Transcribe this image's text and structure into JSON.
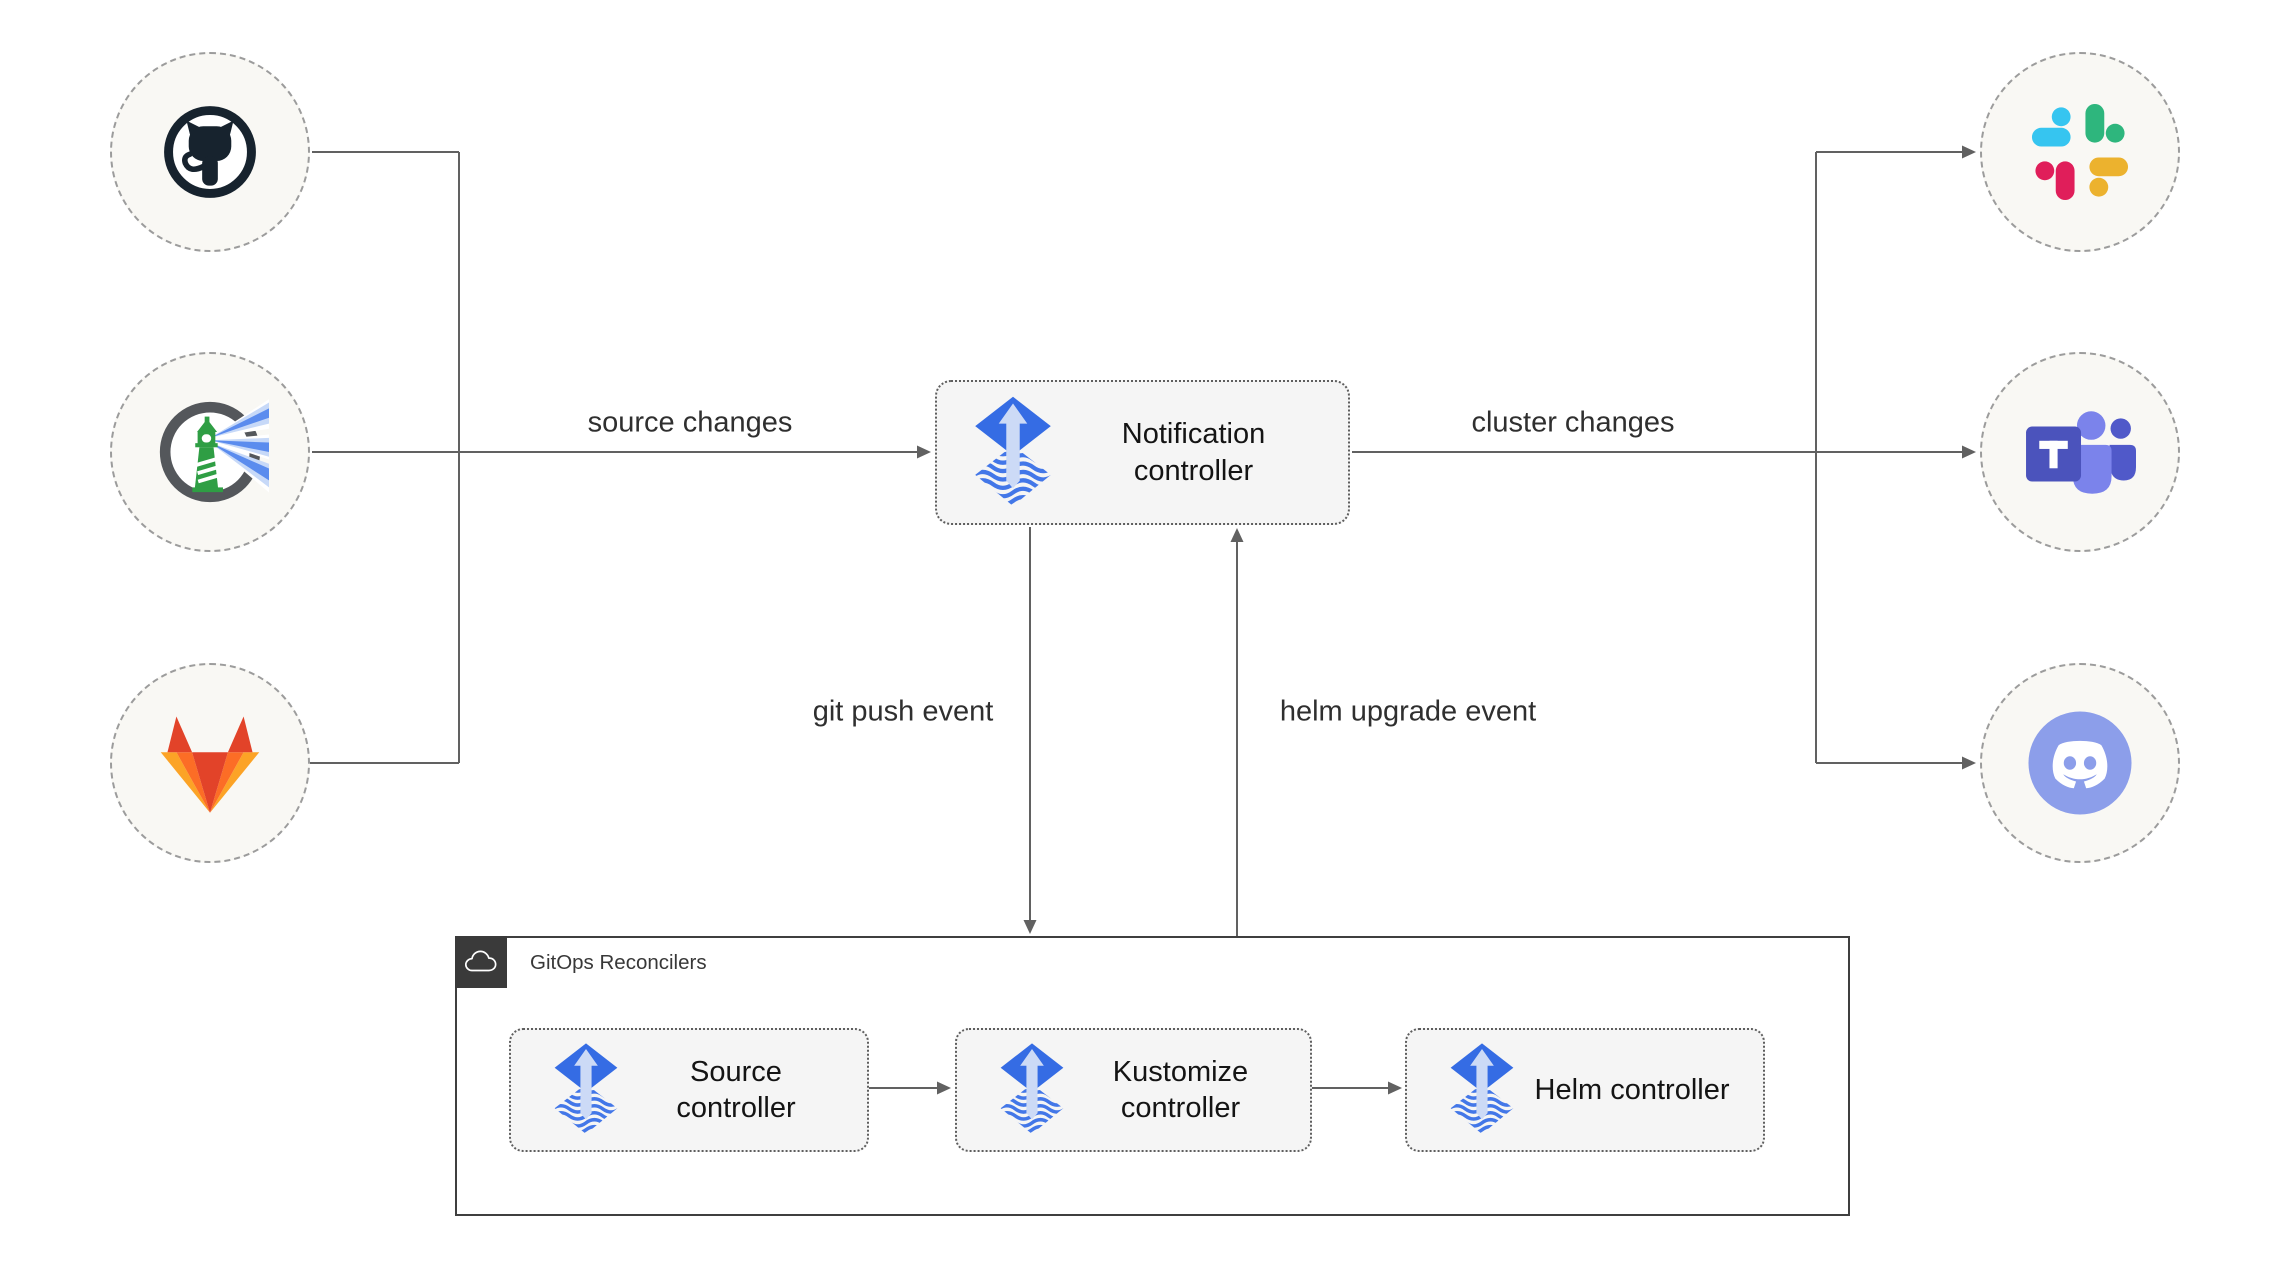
{
  "sources": [
    {
      "name": "GitHub",
      "icon": "github-icon"
    },
    {
      "name": "Harbor",
      "icon": "harbor-icon"
    },
    {
      "name": "GitLab",
      "icon": "gitlab-icon"
    }
  ],
  "notifier": {
    "label": "Notification controller",
    "icon": "flux-icon"
  },
  "targets": [
    {
      "name": "Slack",
      "icon": "slack-icon"
    },
    {
      "name": "Microsoft Teams",
      "icon": "teams-icon"
    },
    {
      "name": "Discord",
      "icon": "discord-icon"
    }
  ],
  "edges": {
    "source_changes": "source changes",
    "cluster_changes": "cluster changes",
    "git_push_event": "git push event",
    "helm_upgrade_event": "helm upgrade event"
  },
  "reconcilers": {
    "title": "GitOps Reconcilers",
    "icon": "cloud-icon",
    "controllers": [
      {
        "label": "Source controller",
        "icon": "flux-icon"
      },
      {
        "label": "Kustomize controller",
        "icon": "flux-icon"
      },
      {
        "label": "Helm controller",
        "icon": "flux-icon"
      }
    ]
  },
  "colors": {
    "line": "#616161",
    "node_fill": "#f9f8f4",
    "node_border": "#9c9c9c",
    "box_fill": "#f5f5f5",
    "box_border": "#5e5e5e",
    "container_border": "#3f3f3f",
    "badge_bg": "#3a3a3a",
    "flux_blue": "#356ce4",
    "github": "#17232e",
    "harbor_green": "#2f9e44",
    "gitlab": [
      "#e24329",
      "#fc6d26",
      "#fca326"
    ],
    "slack": [
      "#36C5F0",
      "#2EB67D",
      "#ECB22E",
      "#E01E5A"
    ],
    "teams": [
      "#4b53bc",
      "#7b83eb",
      "#5059c9"
    ],
    "discord": "#8c9eea"
  }
}
